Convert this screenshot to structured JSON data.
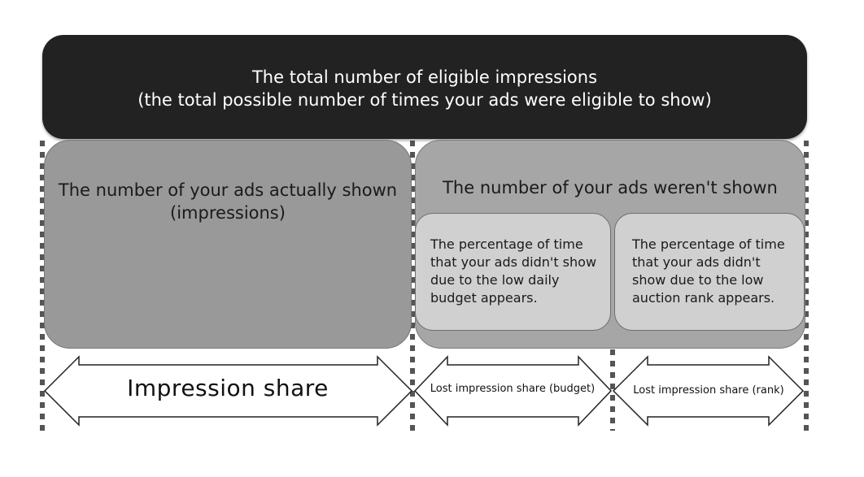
{
  "top": {
    "line1": "The total number of eligible impressions",
    "line2": "(the total possible number of times your ads were eligible to show)"
  },
  "shown": {
    "line1": "The number of your ads actually shown",
    "line2": "(impressions)"
  },
  "not_shown": {
    "title": "The number of your ads weren't shown",
    "budget_text": "The percentage of time that your ads didn't show due to the low daily budget appears.",
    "rank_text": "The percentage of time that your ads didn't show due to the low auction rank appears."
  },
  "arrows": {
    "impression_share": "Impression share",
    "lost_budget": "Lost impression share (budget)",
    "lost_rank": "Lost impression share (rank)"
  },
  "colors": {
    "top_box": "#222222",
    "shown_box": "#999999",
    "not_shown_box": "#a6a6a6",
    "sub_box": "#d0d0d0",
    "dotted_line": "#555555"
  }
}
